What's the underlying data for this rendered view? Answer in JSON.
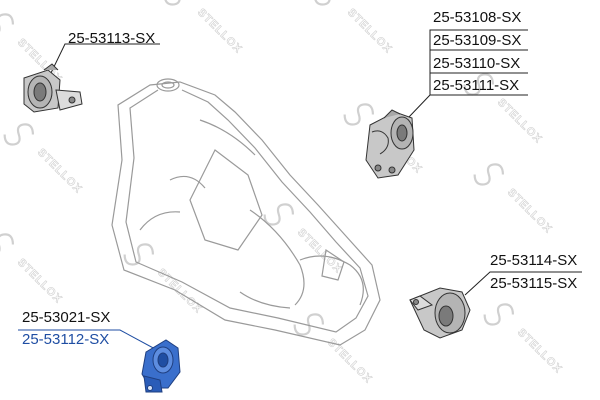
{
  "watermark": {
    "brand": "STELLOX",
    "logo_text": "STELLOX"
  },
  "labels": {
    "top_left": "25-53113-SX",
    "top_right": [
      "25-53108-SX",
      "25-53109-SX",
      "25-53110-SX",
      "25-53111-SX"
    ],
    "right": [
      "25-53114-SX",
      "25-53115-SX"
    ],
    "bottom_left": [
      "25-53021-SX",
      "25-53112-SX"
    ]
  },
  "colors": {
    "label_text": "#111111",
    "highlight_text": "#1f4ea3",
    "highlight_part": "#2f64c0",
    "line": "#222222",
    "watermark": "#d0d0d0"
  }
}
